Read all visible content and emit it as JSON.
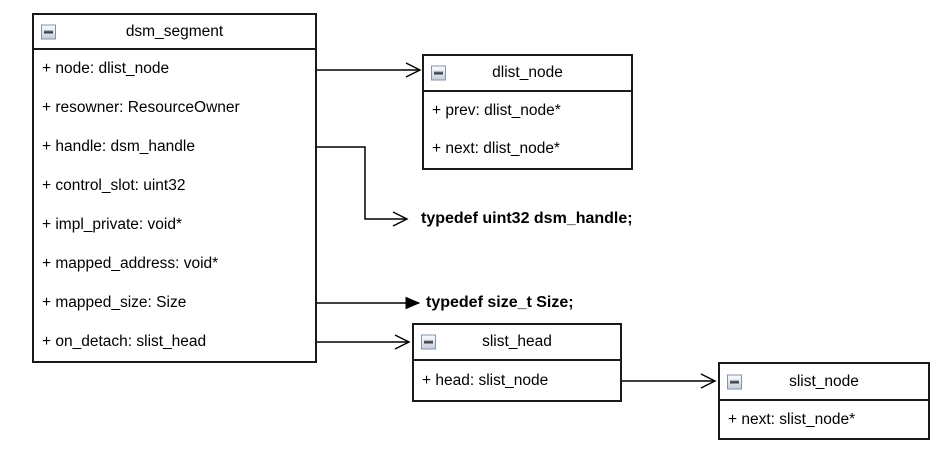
{
  "diagram": {
    "classes": [
      {
        "title": "dsm_segment",
        "fields": [
          "+ node: dlist_node",
          "+ resowner: ResourceOwner",
          "+ handle: dsm_handle",
          "+ control_slot: uint32",
          "+ impl_private: void*",
          "+ mapped_address: void*",
          "+ mapped_size: Size",
          "+ on_detach: slist_head"
        ]
      },
      {
        "title": "dlist_node",
        "fields": [
          "+ prev: dlist_node*",
          "+ next: dlist_node*"
        ]
      },
      {
        "title": "slist_head",
        "fields": [
          "+ head: slist_node"
        ]
      },
      {
        "title": "slist_node",
        "fields": [
          "+ next: slist_node*"
        ]
      }
    ],
    "notes": [
      {
        "text": "typedef uint32 dsm_handle;"
      },
      {
        "text": "typedef size_t Size;"
      }
    ],
    "colors": {
      "line": "#000000",
      "box_border": "#1a1a1a",
      "background": "#ffffff",
      "text": "#000000",
      "collapse_btn_border": "#8493ad"
    }
  }
}
